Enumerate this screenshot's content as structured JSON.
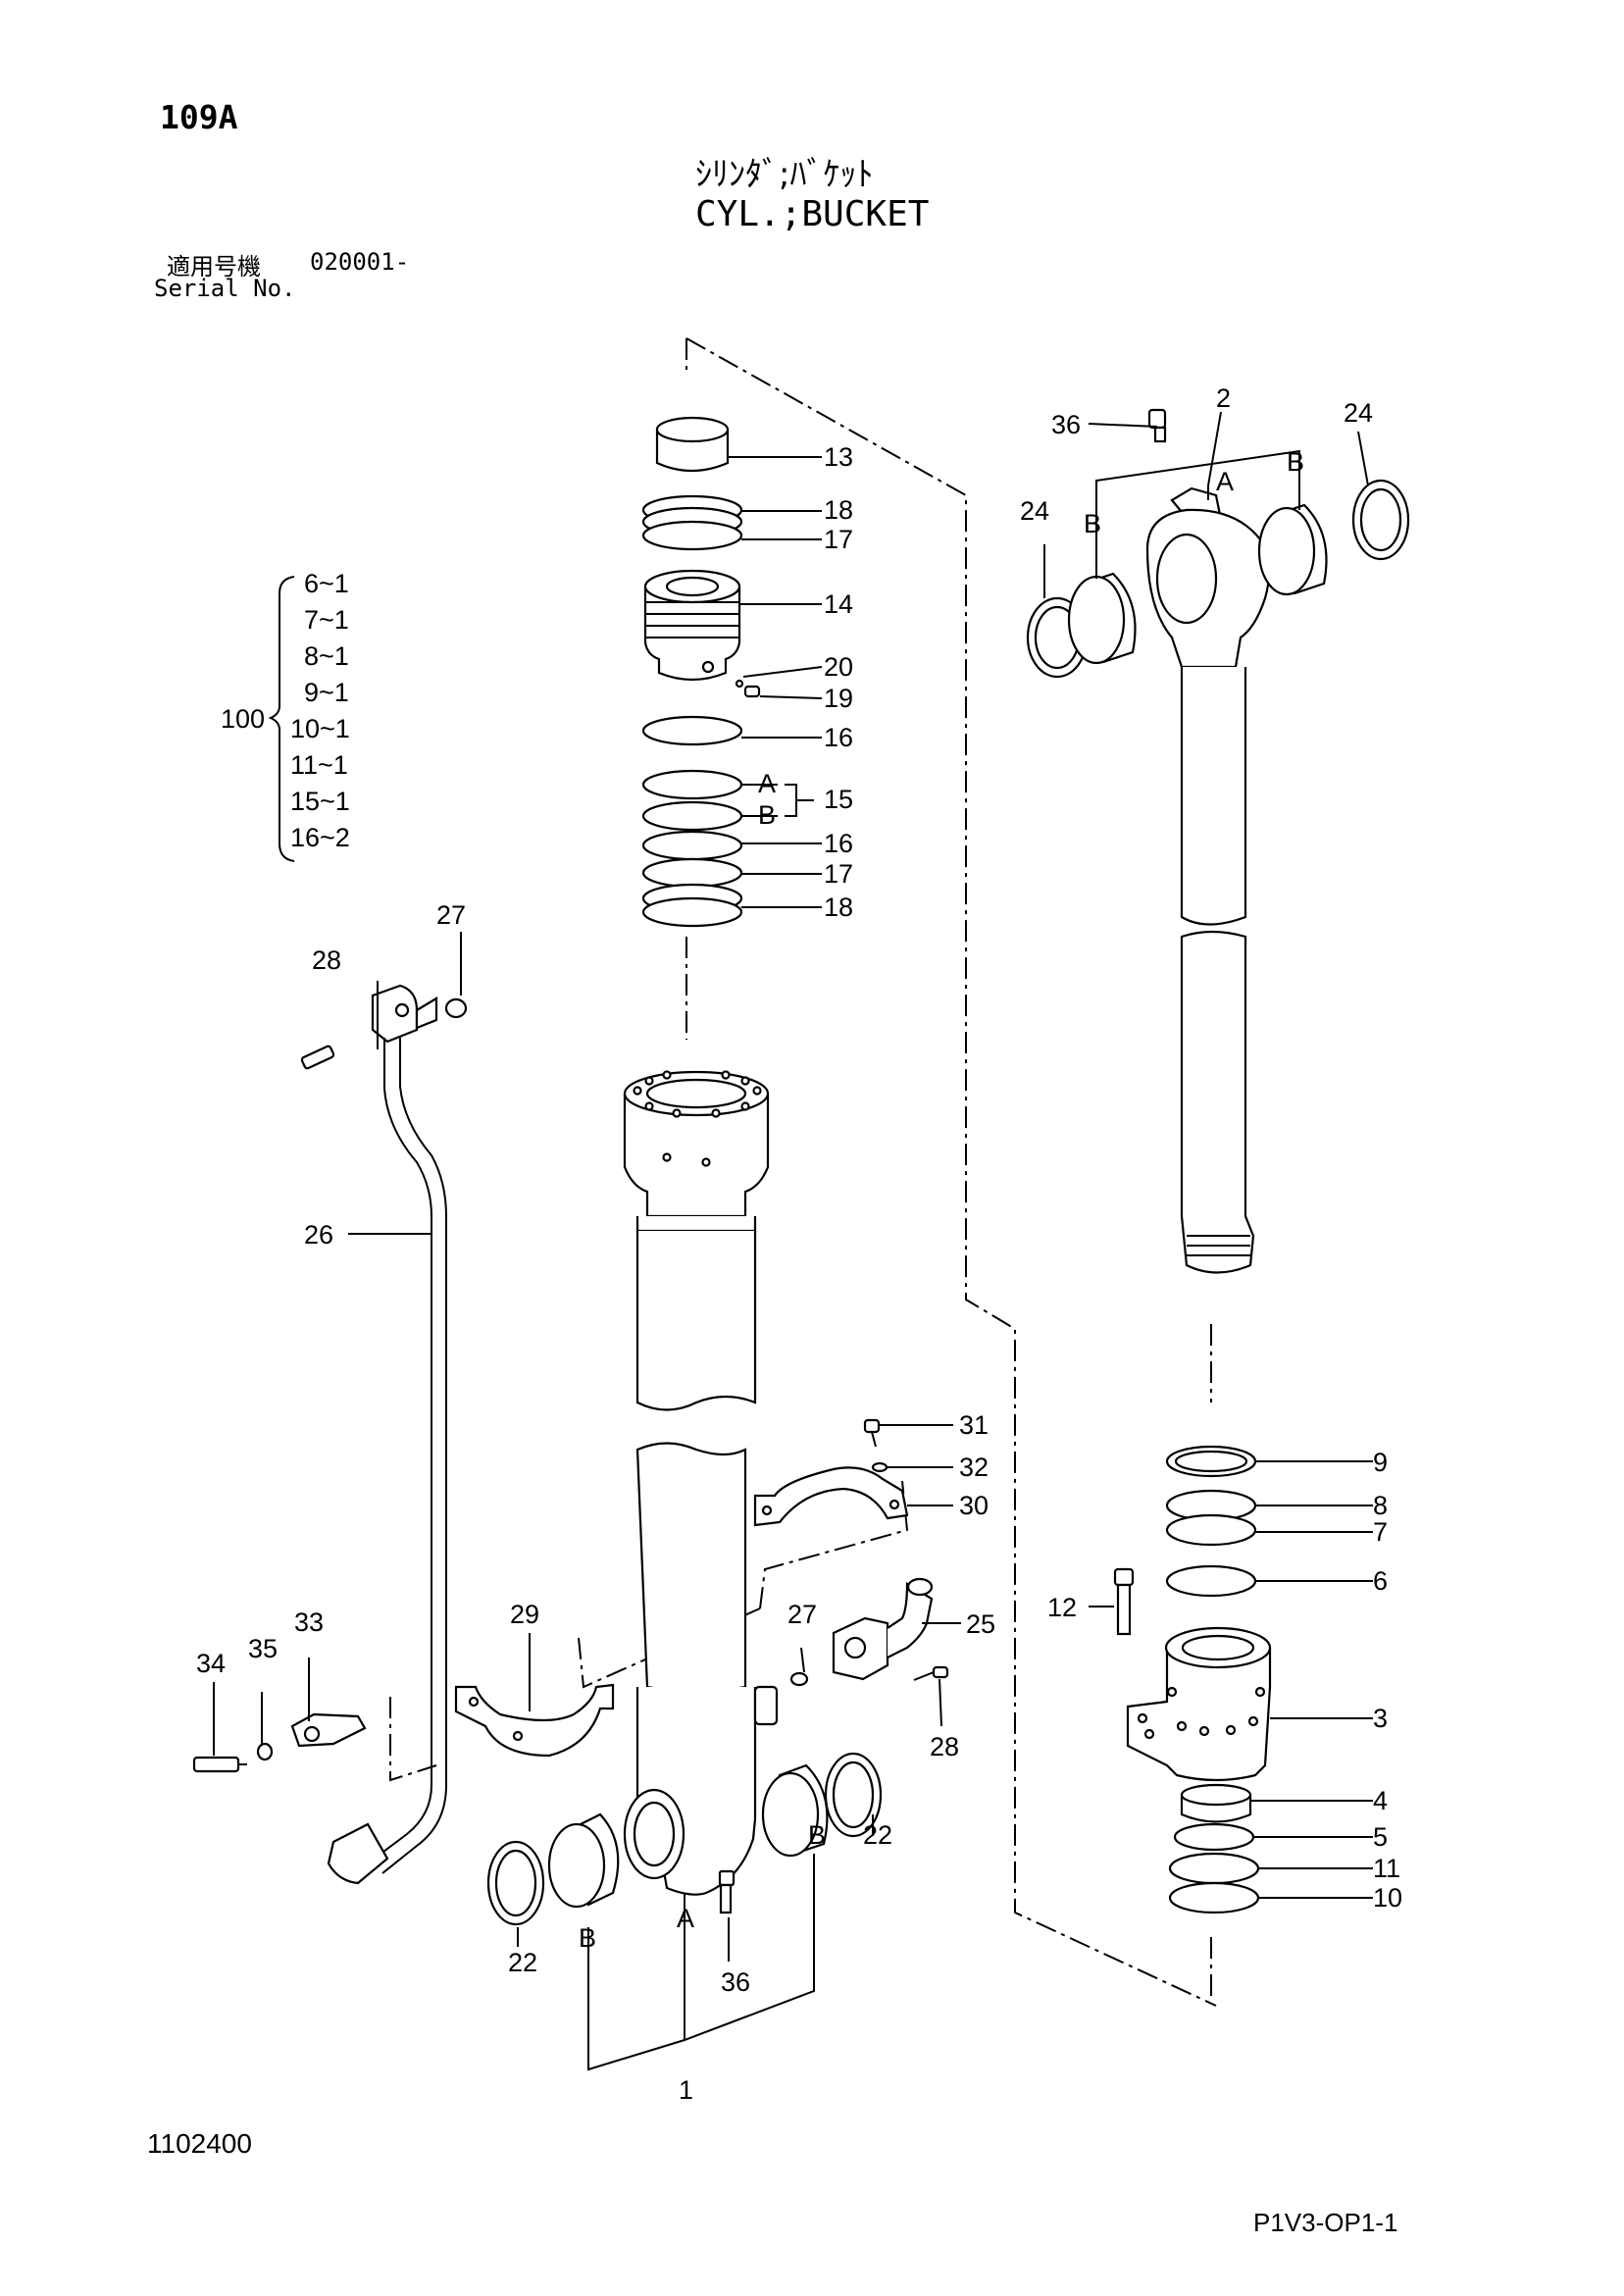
{
  "header": {
    "page_code": "109A",
    "title_jp": "ｼﾘﾝﾀﾞ;ﾊﾞｹｯﾄ",
    "title_en": "CYL.;BUCKET",
    "serial_label_jp": "適用号機",
    "serial_value": "020001-",
    "serial_label_en": "Serial No."
  },
  "footer": {
    "drawing_number": "1102400",
    "sheet_code": "P1V3-OP1-1"
  },
  "kit": {
    "number": "100",
    "items": [
      "6~1",
      "7~1",
      "8~1",
      "9~1",
      "10~1",
      "11~1",
      "15~1",
      "16~2"
    ]
  },
  "callouts": {
    "p1": "1",
    "p2": "2",
    "p3": "3",
    "p4": "4",
    "p5": "5",
    "p6": "6",
    "p7": "7",
    "p8": "8",
    "p9": "9",
    "p10": "10",
    "p11": "11",
    "p12": "12",
    "p13": "13",
    "p14": "14",
    "p15": "15",
    "p16a": "16",
    "p16b": "16",
    "p17a": "17",
    "p17b": "17",
    "p18a": "18",
    "p18b": "18",
    "p19": "19",
    "p20": "20",
    "p22a": "22",
    "p22b": "22",
    "p24a": "24",
    "p24b": "24",
    "p25": "25",
    "p26": "26",
    "p27a": "27",
    "p27b": "27",
    "p28a": "28",
    "p28b": "28",
    "p29": "29",
    "p30": "30",
    "p31": "31",
    "p32": "32",
    "p33": "33",
    "p34": "34",
    "p35": "35",
    "p36a": "36",
    "p36b": "36"
  },
  "markers": {
    "a1": "A",
    "a2": "A",
    "a3": "A",
    "b1": "B",
    "b2": "B",
    "b3": "B",
    "b4": "B",
    "b5": "B"
  }
}
